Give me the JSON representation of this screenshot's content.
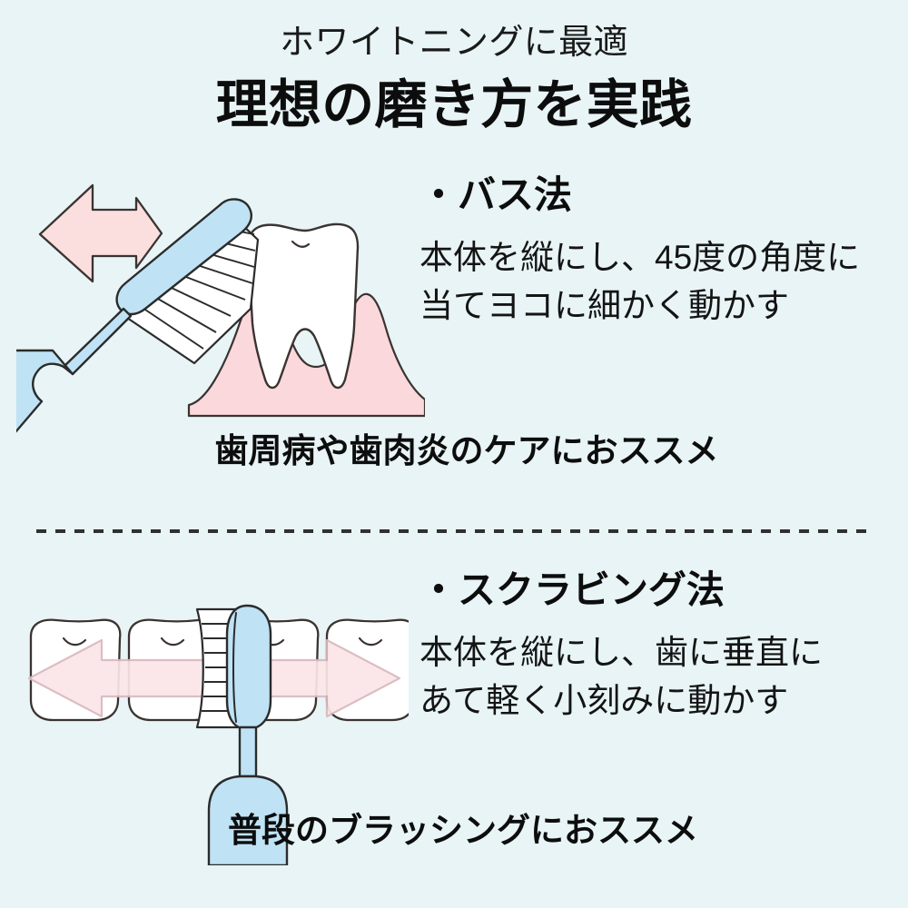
{
  "background_color": "#e8f4f5",
  "header": {
    "subtitle": "ホワイトニングに最適",
    "title": "理想の磨き方を実践"
  },
  "sections": [
    {
      "id": "bass",
      "heading": "・バス法",
      "description_lines": [
        "本体を縦にし、45度の角度に",
        "当てヨコに細かく動かす"
      ],
      "recommendation": "歯周病や歯肉炎のケアにおススメ",
      "illustration": {
        "name": "toothbrush-45-degree-on-tooth-and-gum",
        "elements": [
          "pink-double-arrow",
          "blue-toothbrush-angled",
          "white-molar-tooth",
          "pink-gum"
        ],
        "colors": {
          "brush": "#bfe2f5",
          "brush_outline": "#2b2b2b",
          "tooth": "#ffffff",
          "tooth_outline": "#3a3330",
          "gum": "#fbd8dc",
          "arrow": "#fbdede",
          "arrow_outline": "#3a3330"
        }
      }
    },
    {
      "id": "scrubbing",
      "heading": "・スクラビング法",
      "description_lines": [
        "本体を縦にし、歯に垂直に",
        "あて軽く小刻みに動かす"
      ],
      "recommendation": "普段のブラッシングにおススメ",
      "illustration": {
        "name": "toothbrush-perpendicular-on-tooth-row",
        "elements": [
          "four-white-teeth-row",
          "blue-toothbrush-vertical",
          "pink-translucent-double-arrow"
        ],
        "colors": {
          "brush": "#bfe2f5",
          "brush_outline": "#2b2b2b",
          "tooth": "#ffffff",
          "tooth_outline": "#3a3330",
          "arrow": "#fbe6e8",
          "arrow_outline": "#d9b9bd"
        }
      }
    }
  ],
  "divider": {
    "style": "dashed",
    "color": "#303030"
  }
}
